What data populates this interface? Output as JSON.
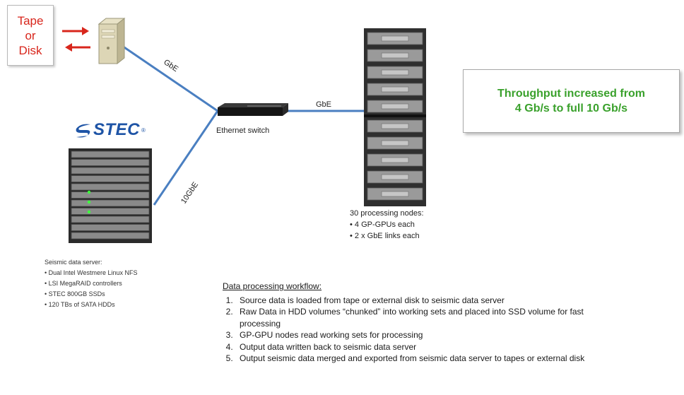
{
  "source": {
    "lines": [
      "Tape",
      "or",
      "Disk"
    ]
  },
  "links": {
    "upper": "GbE",
    "lower": "10GbE",
    "to_nodes": "GbE"
  },
  "switch_label": "Ethernet switch",
  "logo_text": "STEC",
  "logo_mark": "®",
  "callout": {
    "line1": "Throughput increased from",
    "line2": "4 Gb/s to full 10 Gb/s"
  },
  "nodes": {
    "title": "30 processing nodes:",
    "items": [
      "• 4 GP-GPUs each",
      "• 2 x GbE links each"
    ]
  },
  "server": {
    "title": "Seismic data server:",
    "items": [
      "• Dual Intel Westmere Linux NFS",
      "• LSI MegaRAID controllers",
      "• STEC 800GB SSDs",
      "• 120 TBs of SATA HDDs"
    ]
  },
  "workflow": {
    "title": "Data processing workflow:",
    "steps": [
      "Source data is loaded from tape or external disk to seismic data server",
      "Raw Data in HDD volumes “chunked” into working sets and placed into SSD volume for fast processing",
      "GP-GPU nodes read working sets for processing",
      "Output data written back to seismic data server",
      "Output seismic data merged and exported from seismic data server to tapes or external disk"
    ]
  },
  "colors": {
    "link": "#4a7fc1",
    "arrow": "#d8261c",
    "callout_text": "#3aa12c",
    "logo": "#1e54a6"
  }
}
